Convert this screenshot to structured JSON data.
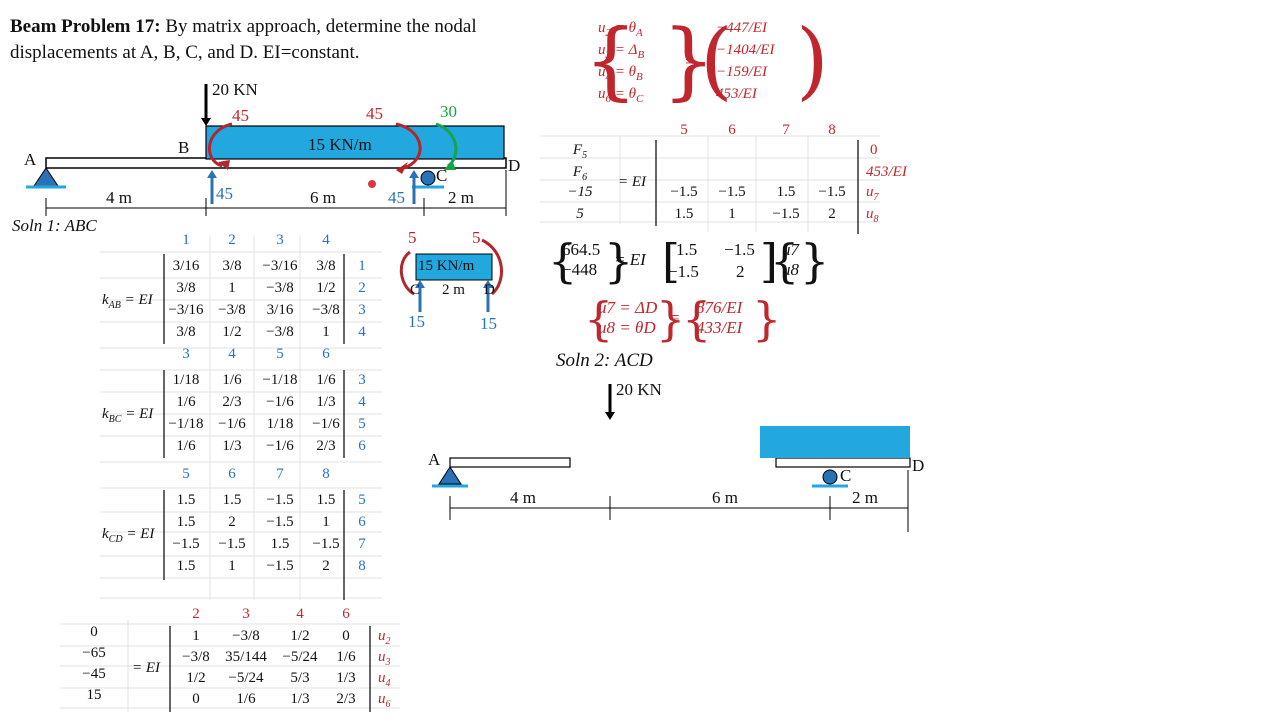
{
  "title": {
    "bold": "Beam Problem 17:",
    "text": " By matrix approach, determine the nodal displacements at A, B, C, and D. EI=constant."
  },
  "beam1": {
    "load": "20 KN",
    "dist": "15 KN/m",
    "nodes": [
      "A",
      "B",
      "C",
      "D"
    ],
    "moments": {
      "left": "45",
      "right": "45",
      "green": "30"
    },
    "reactions": {
      "b": "45",
      "c": "45"
    },
    "spans": [
      "4 m",
      "6 m",
      "2 m"
    ]
  },
  "soln1": "Soln 1: ABC",
  "kab": {
    "label": "k_AB = EI",
    "cols": [
      "1",
      "2",
      "3",
      "4"
    ],
    "rows": [
      [
        "3/16",
        "3/8",
        "−3/16",
        "3/8"
      ],
      [
        "3/8",
        "1",
        "−3/8",
        "1/2"
      ],
      [
        "−3/16",
        "−3/8",
        "3/16",
        "−3/8"
      ],
      [
        "3/8",
        "1/2",
        "−3/8",
        "1"
      ]
    ],
    "rowidx": [
      "1",
      "2",
      "3",
      "4"
    ]
  },
  "kbc": {
    "label": "k_BC = EI",
    "cols": [
      "3",
      "4",
      "5",
      "6"
    ],
    "rows": [
      [
        "1/18",
        "1/6",
        "−1/18",
        "1/6"
      ],
      [
        "1/6",
        "2/3",
        "−1/6",
        "1/3"
      ],
      [
        "−1/18",
        "−1/6",
        "1/18",
        "−1/6"
      ],
      [
        "1/6",
        "1/3",
        "−1/6",
        "2/3"
      ]
    ],
    "rowidx": [
      "3",
      "4",
      "5",
      "6"
    ]
  },
  "kcd": {
    "label": "k_CD = EI",
    "cols": [
      "5",
      "6",
      "7",
      "8"
    ],
    "rows": [
      [
        "1.5",
        "1.5",
        "−1.5",
        "1.5"
      ],
      [
        "1.5",
        "2",
        "−1.5",
        "1"
      ],
      [
        "−1.5",
        "−1.5",
        "1.5",
        "−1.5"
      ],
      [
        "1.5",
        "1",
        "−1.5",
        "2"
      ]
    ],
    "rowidx": [
      "5",
      "6",
      "7",
      "8"
    ]
  },
  "global": {
    "lhs": [
      "0",
      "−65",
      "−45",
      "15"
    ],
    "eq": "= EI",
    "cols": [
      "2",
      "3",
      "4",
      "6"
    ],
    "rows": [
      [
        "1",
        "−3/8",
        "1/2",
        "0"
      ],
      [
        "−3/8",
        "35/144",
        "−5/24",
        "1/6"
      ],
      [
        "1/2",
        "−5/24",
        "5/3",
        "1/3"
      ],
      [
        "0",
        "1/6",
        "1/3",
        "2/3"
      ]
    ],
    "u": [
      "u2",
      "u3",
      "u4",
      "u6"
    ]
  },
  "disp": {
    "lhs": [
      "u2 = θA",
      "u3 = ΔB",
      "u4 = θB",
      "u6 = θC"
    ],
    "rhs": [
      "−447/EI",
      "−1404/EI",
      "−159/EI",
      "453/EI"
    ]
  },
  "f56": {
    "lhs": [
      "F5",
      "F6",
      "−15",
      "5"
    ],
    "eq": "= EI",
    "cols": [
      "5",
      "6",
      "7",
      "8"
    ],
    "rows": [
      [
        "",
        "",
        "",
        ""
      ],
      [
        "",
        "",
        "",
        ""
      ],
      [
        "−1.5",
        "−1.5",
        "1.5",
        "−1.5"
      ],
      [
        "1.5",
        "1",
        "−1.5",
        "2"
      ]
    ],
    "right": [
      "0",
      "453/EI",
      "u7",
      "u8"
    ]
  },
  "small": {
    "dist": "15 KN/m",
    "m1": "5",
    "m2": "5",
    "span": "2 m",
    "r1": "15",
    "r2": "15",
    "c": "C",
    "d": "D"
  },
  "eq78": {
    "lhs": [
      "664.5",
      "−448"
    ],
    "eq": "= EI",
    "m": [
      [
        "1.5",
        "−1.5"
      ],
      [
        "−1.5",
        "2"
      ]
    ],
    "u": [
      "u7",
      "u8"
    ]
  },
  "res78": {
    "lhs": [
      "u7 = ΔD",
      "u8 = θD"
    ],
    "rhs": [
      "876/EI",
      "433/EI"
    ]
  },
  "soln2": "Soln 2: ACD",
  "beam2": {
    "load": "20 KN",
    "nodes": [
      "A",
      "C",
      "D"
    ],
    "spans": [
      "4 m",
      "6 m",
      "2 m"
    ]
  }
}
